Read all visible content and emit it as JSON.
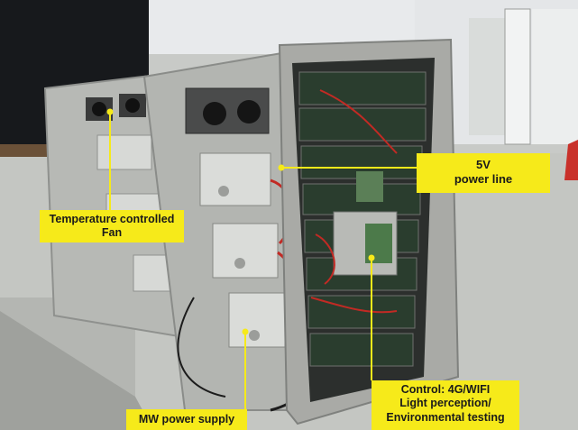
{
  "annotations": {
    "fan": {
      "line1": "Temperature controlled",
      "line2": "Fan"
    },
    "power_line": {
      "line1": "5V",
      "line2": "power line"
    },
    "power_supply": {
      "line1": "MW power supply"
    },
    "control": {
      "line1": "Control: 4G/WIFI",
      "line2": "Light perception/",
      "line3": "Environmental testing"
    }
  },
  "colors": {
    "label_background": "#f6ea1a",
    "leader_line": "#f6ea1a",
    "cabinet_frame": "#a9aaa6",
    "led_module": "#2a3d2e"
  },
  "icons": [
    "cooling-fan-icon",
    "power-supply-icon",
    "control-board-icon"
  ]
}
